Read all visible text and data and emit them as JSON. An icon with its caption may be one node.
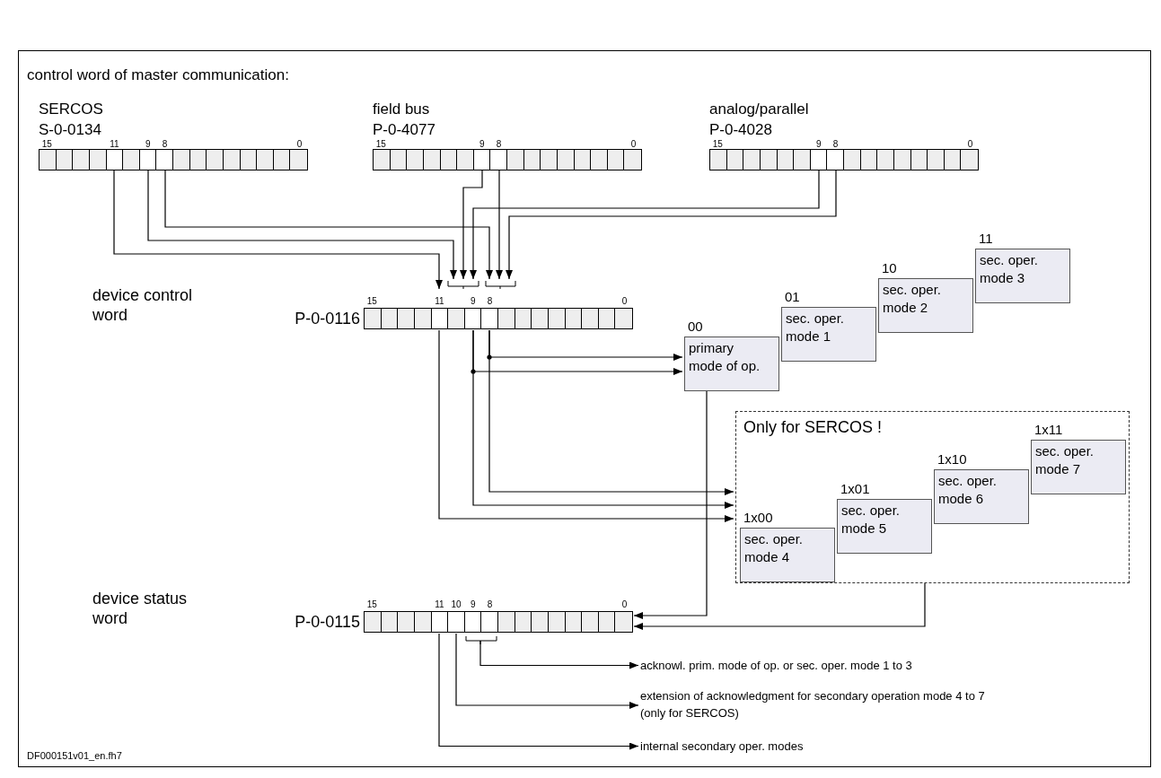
{
  "diagram": {
    "title": "control word of master communication:",
    "nodes": [
      {
        "text": [
          "SERCOS",
          "S-0-0134"
        ],
        "beside": [
          "15",
          "11",
          "9",
          "8",
          "0"
        ]
      },
      {
        "text": [
          "field bus",
          "P-0-4077"
        ],
        "beside": [
          "15",
          "9",
          "8",
          "0"
        ]
      },
      {
        "text": [
          "analog/parallel",
          "P-0-4028"
        ],
        "beside": [
          "15",
          "9",
          "8",
          "0"
        ]
      },
      {
        "text": [
          "P-0-0116"
        ],
        "beside": [
          "15",
          "11",
          "9",
          "8",
          "0"
        ]
      },
      {
        "text": [
          "primary mode of op."
        ],
        "beside": [
          "00"
        ]
      },
      {
        "text": [
          "sec. oper. mode 1"
        ],
        "beside": [
          "01"
        ]
      },
      {
        "text": [
          "sec. oper. mode 2"
        ],
        "beside": [
          "10"
        ]
      },
      {
        "text": [
          "sec. oper. mode 3"
        ],
        "beside": [
          "11"
        ]
      },
      {
        "text": [
          "Only for SERCOS !"
        ]
      },
      {
        "text": [
          "sec. oper. mode 4"
        ],
        "beside": [
          "1x00"
        ],
        "in": 8
      },
      {
        "text": [
          "sec. oper. mode 5"
        ],
        "beside": [
          "1x01"
        ],
        "in": 8
      },
      {
        "text": [
          "sec. oper. mode 6"
        ],
        "beside": [
          "1x10"
        ],
        "in": 8
      },
      {
        "text": [
          "sec. oper. mode 7"
        ],
        "beside": [
          "1x11"
        ],
        "in": 8
      },
      {
        "text": [
          "P-0-0115"
        ],
        "beside": [
          "15",
          "11",
          "10",
          "9",
          "8",
          "0"
        ]
      },
      {
        "text": [
          "acknowl. prim. mode of op. or sec. oper. mode 1 to 3"
        ]
      },
      {
        "text": [
          "extension of acknowledgment for secondary operation mode 4 to 7 (only for SERCOS)"
        ]
      },
      {
        "text": [
          "internal secondary oper. modes"
        ]
      }
    ],
    "edges": [
      {
        "from": 0,
        "to": 3,
        "arrow": "to"
      },
      {
        "from": 0,
        "to": 3,
        "arrow": "to"
      },
      {
        "from": 0,
        "to": 3,
        "arrow": "to"
      },
      {
        "from": 1,
        "to": 3,
        "arrow": "to"
      },
      {
        "from": 1,
        "to": 3,
        "arrow": "to"
      },
      {
        "from": 2,
        "to": 3,
        "arrow": "to"
      },
      {
        "from": 2,
        "to": 3,
        "arrow": "to"
      },
      {
        "from": 3,
        "to": 4,
        "arrow": "to"
      },
      {
        "from": 3,
        "to": 4,
        "arrow": "to"
      },
      {
        "from": 3,
        "to": 8,
        "arrow": "to"
      },
      {
        "from": 3,
        "to": 8,
        "arrow": "to"
      },
      {
        "from": 3,
        "to": 8,
        "arrow": "to"
      },
      {
        "from": 4,
        "to": 13,
        "arrow": "to"
      },
      {
        "from": 8,
        "to": 13,
        "arrow": "to"
      },
      {
        "from": 13,
        "to": 14,
        "arrow": "to"
      },
      {
        "from": 13,
        "to": 15,
        "arrow": "to"
      },
      {
        "from": 13,
        "to": 16,
        "arrow": "to"
      }
    ],
    "labels": [
      "device control word",
      "device status word",
      "DF000151v01_en.fh7"
    ]
  }
}
